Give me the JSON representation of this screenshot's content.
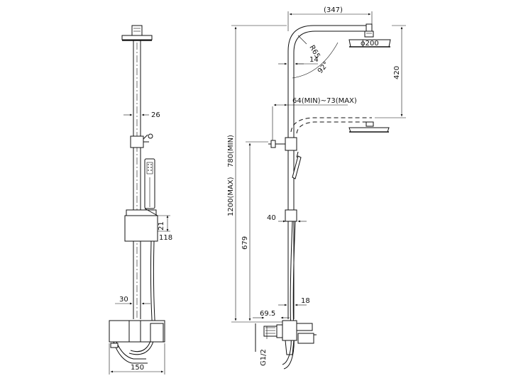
{
  "dimensions": {
    "width_26": "26",
    "height_21": "21",
    "depth_118": "118",
    "offset_30": "30",
    "base_150": "150",
    "arm_347": "(347)",
    "radius_r65": "R65",
    "pipe_14": "14",
    "angle_92": "92°",
    "head_200": "ϕ200",
    "drop_420": "420",
    "range_64_73": "64(MIN)~73(MAX)",
    "height_780": "780(MIN)",
    "height_1200": "1200(MAX)",
    "slider_40": "40",
    "height_679": "679",
    "offset_69_5": "69.5",
    "pipe_18": "18",
    "thread_g12": "G1/2"
  },
  "colors": {
    "line": "#111111",
    "background": "#ffffff"
  }
}
